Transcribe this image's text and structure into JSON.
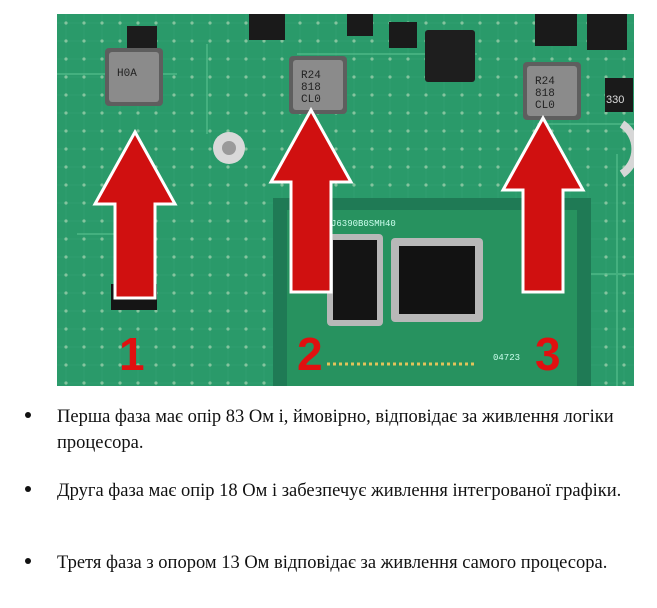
{
  "photo": {
    "chip_markings": {
      "inductor_left": "H0A",
      "inductor_center": "R24\n818\nCL0",
      "inductor_right": "R24\n818\nCL0",
      "right_top_chip": "330",
      "cpu_top": "J6390B0SMH40",
      "cpu_bottom": "04723"
    },
    "markers": [
      {
        "label": "1",
        "color": "#e01010"
      },
      {
        "label": "2",
        "color": "#e01010"
      },
      {
        "label": "3",
        "color": "#e01010"
      }
    ]
  },
  "bullets": [
    {
      "text": "Перша фаза має опір 83 Ом і, ймовірно, відповідає за живлення логіки процесора."
    },
    {
      "text": "Друга фаза має опір 18 Ом і забезпечує живлення інтегрованої графіки."
    },
    {
      "text": "Третя фаза з опором 13 Ом відповідає за живлення самого процесора."
    }
  ]
}
